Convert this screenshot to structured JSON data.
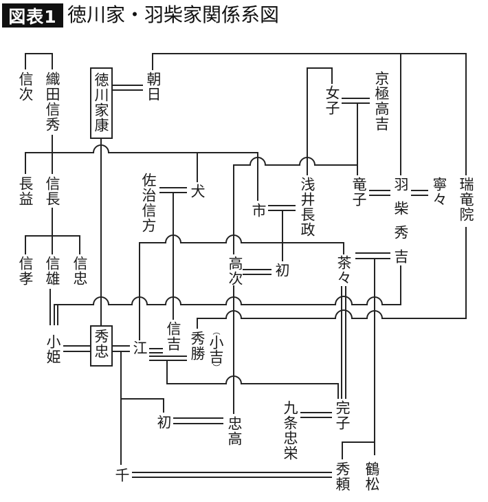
{
  "title": {
    "badge": "図表1",
    "text": "徳川家・羽柴家関係系図"
  },
  "people": {
    "nobutsugu": "信次",
    "oda_nobuhide": "織田信秀",
    "tokugawa_ieyasu": "徳川家康",
    "asahi": "朝日",
    "joshi": "女子",
    "kyogoku_takayoshi": "京極高吉",
    "nagamasu": "長益",
    "nobunaga": "信長",
    "saji_nobukata": "佐治信方",
    "inu": "犬",
    "ichi": "市",
    "azai_nagamasa": "浅井長政",
    "ryuko": "竜子",
    "hashiba_hideyoshi": "羽柴秀吉",
    "nene": "寧々",
    "zuiryuin": "瑞竜院",
    "nobutaka": "信孝",
    "nobukatsu": "信雄",
    "nobutada": "信忠",
    "takatsugu": "高次",
    "hatsu": "初",
    "chacha": "茶々",
    "gohime": "小姫",
    "hidetada": "秀忠",
    "go": "江",
    "nobuyoshi": "信吉",
    "hidekatsu": "秀勝",
    "hidekatsu_alias": {
      "open": "（",
      "name": "小吉",
      "close": "）"
    },
    "hatsu_tokugawa": "初",
    "tadataka": "忠高",
    "kujo_tadasakae": "九条忠栄",
    "sadako": "完子",
    "sen": "千",
    "hideyori": "秀頼",
    "tsurumatsu": "鶴松"
  },
  "highlighted": [
    "徳川家康",
    "秀忠"
  ],
  "relations": {
    "marriages": [
      [
        "徳川家康",
        "朝日"
      ],
      [
        "女子",
        "京極高吉"
      ],
      [
        "竜子",
        "羽柴秀吉"
      ],
      [
        "羽柴秀吉",
        "寧々"
      ],
      [
        "佐治信方",
        "犬"
      ],
      [
        "市",
        "浅井長政"
      ],
      [
        "高次",
        "初"
      ],
      [
        "茶々",
        "羽柴秀吉"
      ],
      [
        "小姫",
        "秀忠"
      ],
      [
        "秀忠",
        "江"
      ],
      [
        "江",
        "信吉"
      ],
      [
        "江",
        "秀勝"
      ],
      [
        "初",
        "忠高"
      ],
      [
        "九条忠栄",
        "完子"
      ],
      [
        "千",
        "秀頼"
      ]
    ],
    "siblings": [
      [
        "信次",
        "織田信秀"
      ],
      [
        "長益",
        "信長",
        "犬",
        "市"
      ],
      [
        "朝日",
        "羽柴秀吉",
        "瑞竜院"
      ],
      [
        "女子",
        "浅井長政"
      ],
      [
        "高次",
        "竜子"
      ],
      [
        "江",
        "初",
        "茶々"
      ],
      [
        "信孝",
        "信雄",
        "信忠"
      ],
      [
        "千",
        "初"
      ],
      [
        "秀頼",
        "鶴松"
      ]
    ],
    "parent_child": [
      [
        "織田信秀",
        "信長"
      ],
      [
        "徳川家康",
        "秀忠"
      ],
      [
        "京極高吉・女子",
        "高次"
      ],
      [
        "京極高吉・女子",
        "竜子"
      ],
      [
        "佐治信方・犬",
        "信吉"
      ],
      [
        "浅井長政・市",
        "初"
      ],
      [
        "浅井長政・市",
        "江"
      ],
      [
        "浅井長政・市",
        "茶々"
      ],
      [
        "信長",
        "信雄"
      ],
      [
        "信雄",
        "小姫"
      ],
      [
        "瑞竜院",
        "秀勝"
      ],
      [
        "江・秀勝",
        "完子"
      ],
      [
        "高次",
        "忠高"
      ],
      [
        "秀忠・江",
        "千"
      ],
      [
        "秀忠・江",
        "初"
      ],
      [
        "羽柴秀吉・茶々",
        "秀頼"
      ],
      [
        "羽柴秀吉・茶々",
        "鶴松"
      ]
    ],
    "adoptions": [
      [
        "羽柴秀吉",
        "小姫"
      ],
      [
        "茶々",
        "完子"
      ]
    ]
  }
}
